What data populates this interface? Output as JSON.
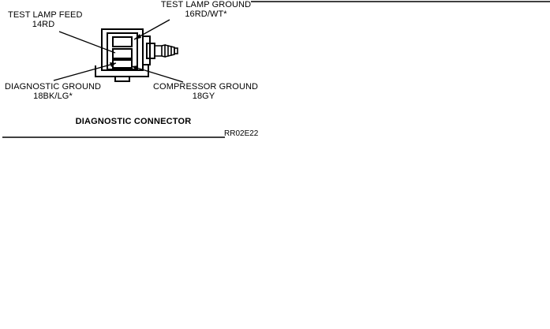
{
  "labels": {
    "test_lamp_feed": {
      "name": "TEST LAMP FEED",
      "wire": "14RD"
    },
    "test_lamp_ground": {
      "name": "TEST LAMP GROUND",
      "wire": "16RD/WT*"
    },
    "diagnostic_ground": {
      "name": "DIAGNOSTIC GROUND",
      "wire": "18BK/LG*"
    },
    "compressor_ground": {
      "name": "COMPRESSOR GROUND",
      "wire": "18GY"
    }
  },
  "caption": "DIAGNOSTIC CONNECTOR",
  "figure_code": "RR02E22"
}
